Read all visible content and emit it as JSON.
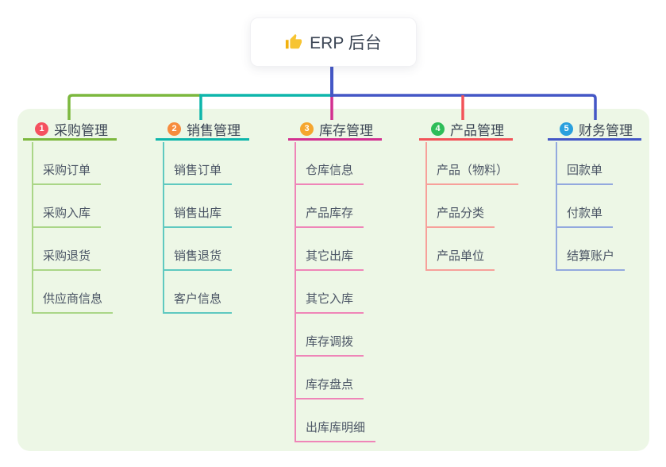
{
  "root": {
    "label": "ERP 后台",
    "icon": "thumbs-up"
  },
  "colors": {
    "canvas_background": "#ffffff",
    "panel_background": "#edf7e6",
    "text_dark": "#3c4655",
    "text_child": "#4b5565"
  },
  "branches": [
    {
      "badge": "1",
      "label": "采购管理",
      "line_color": "#7cb83e",
      "child_line_color": "#aad687",
      "badge_color": "#f5515f",
      "children": [
        "采购订单",
        "采购入库",
        "采购退货",
        "供应商信息"
      ]
    },
    {
      "badge": "2",
      "label": "销售管理",
      "line_color": "#0eb6ab",
      "child_line_color": "#5fc9c0",
      "badge_color": "#f78c3e",
      "children": [
        "销售订单",
        "销售出库",
        "销售退货",
        "客户信息"
      ]
    },
    {
      "badge": "3",
      "label": "库存管理",
      "line_color": "#d23090",
      "child_line_color": "#ef85b8",
      "badge_color": "#f5a62f",
      "children": [
        "仓库信息",
        "产品库存",
        "其它出库",
        "其它入库",
        "库存调拨",
        "库存盘点",
        "出库库明细"
      ]
    },
    {
      "badge": "4",
      "label": "产品管理",
      "line_color": "#f25359",
      "child_line_color": "#f7a09a",
      "badge_color": "#2ebd59",
      "children": [
        "产品（物料）",
        "产品分类",
        "产品单位"
      ]
    },
    {
      "badge": "5",
      "label": "财务管理",
      "line_color": "#4457c6",
      "child_line_color": "#93a9de",
      "badge_color": "#2aa0de",
      "children": [
        "回款单",
        "付款单",
        "结算账户"
      ]
    }
  ]
}
